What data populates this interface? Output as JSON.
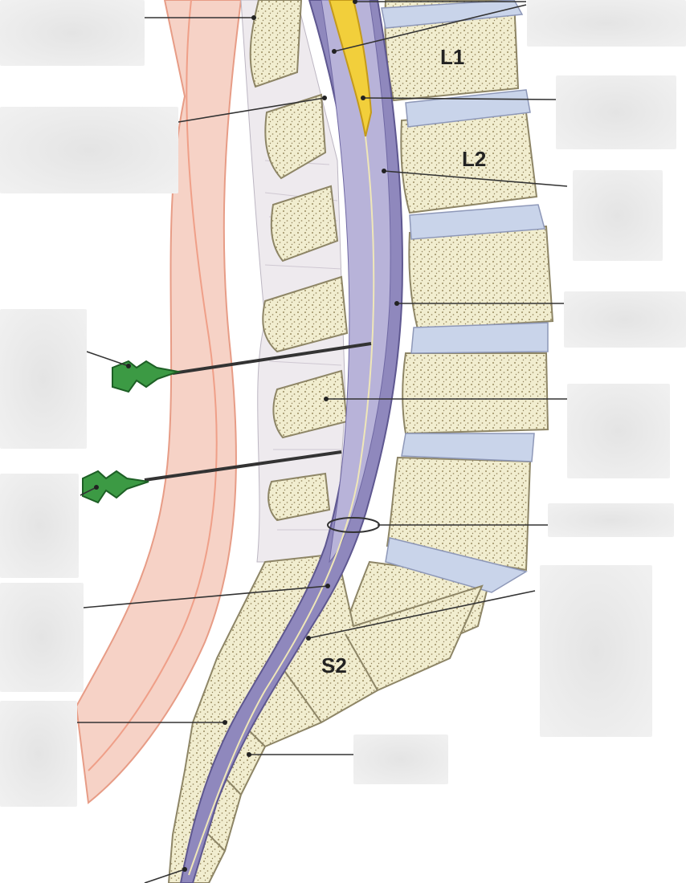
{
  "vertebra_labels": {
    "l1": "L1",
    "l2": "L2",
    "s2": "S2"
  },
  "answer_boxes": [
    {
      "id": "box-1",
      "text": ""
    },
    {
      "id": "box-2",
      "text": ""
    },
    {
      "id": "box-3",
      "text": ""
    },
    {
      "id": "box-4",
      "text": ""
    },
    {
      "id": "box-5",
      "text": ""
    },
    {
      "id": "box-6",
      "text": ""
    },
    {
      "id": "box-7",
      "text": ""
    },
    {
      "id": "box-8",
      "text": ""
    },
    {
      "id": "box-9",
      "text": ""
    },
    {
      "id": "box-10",
      "text": ""
    },
    {
      "id": "box-11",
      "text": ""
    },
    {
      "id": "box-12",
      "text": ""
    },
    {
      "id": "box-13",
      "text": ""
    },
    {
      "id": "box-14",
      "text": ""
    }
  ],
  "colors": {
    "bone": "#f1edcf",
    "bone_speckle": "#9a8c62",
    "disc": "#c9d4ea",
    "dura": "#8f88bd",
    "csf": "#b8b3d9",
    "spinal_cord": "#f2cf3b",
    "skin": "#f2b7a4",
    "ligament": "#d9d6dc",
    "needle_hub": "#3c9a44",
    "leader_line": "#333333"
  }
}
